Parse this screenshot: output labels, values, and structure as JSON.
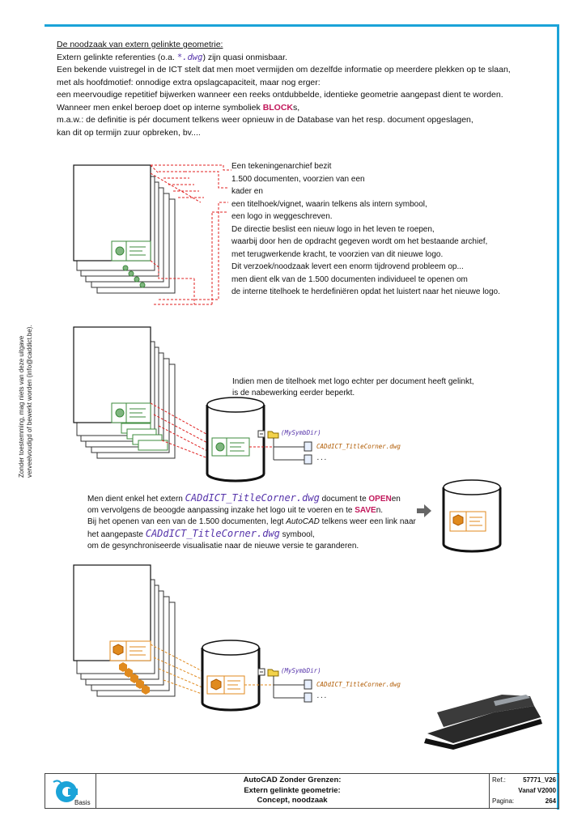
{
  "side_note": [
    "Zonder toestemming, mag niets van deze uitgave",
    "verveelvoudigd of bewerkt worden (info@caddict.be)."
  ],
  "intro": {
    "heading": "De noodzaak van extern gelinkte geometrie:",
    "l1a": "Extern gelinkte referenties (o.a. ",
    "l1b": "*.dwg",
    "l1c": ") zijn quasi onmisbaar.",
    "l2": "Een bekende vuistregel in de ICT stelt dat men moet vermijden om dezelfde informatie op meerdere plekken op te slaan,",
    "l3": "met als hoofdmotief: onnodige extra opslagcapaciteit, maar nog erger:",
    "l4": "een meervoudige repetitief bijwerken wanneer een reeks ontdubbelde, identieke geometrie aangepast dient te worden.",
    "l5a": "Wanneer men enkel beroep doet op interne symboliek ",
    "l5b": "BLOCK",
    "l5c": "s,",
    "l6": "m.a.w.: de definitie is pér document telkens weer opnieuw in de Database van het resp. document opgeslagen,",
    "l7": "kan dit op termijn zuur opbreken, bv...."
  },
  "desc1": [
    "Een tekeningenarchief bezit",
    "1.500 documenten, voorzien van een",
    "kader en",
    "een titelhoek/vignet, waarin telkens als intern symbool,",
    "een logo in weggeschreven.",
    "De directie beslist een nieuw logo in het leven te roepen,",
    "waarbij door hen de opdracht gegeven wordt om het bestaande archief,",
    "met terugwerkende kracht, te voorzien van dit nieuwe logo.",
    "Dit verzoek/noodzaak levert een enorm tijdrovend probleem op...",
    "men dient elk van de 1.500 documenten individueel te openen om",
    "de interne titelhoek te herdefiniëren opdat het luistert naar het nieuwe logo."
  ],
  "desc2": [
    "Indien men de titelhoek met logo echter per document heeft gelinkt,",
    "is de nabewerking eerder beperkt."
  ],
  "tree": {
    "dir": "(MySymbDir)",
    "file": "CADdICT_TitleCorner.dwg",
    "more": "..."
  },
  "desc3": {
    "a1": "Men dient enkel het extern ",
    "a2": "CADdICT_TitleCorner.dwg",
    "a3": " document te ",
    "a4": "OPEN",
    "a5": "en",
    "b1": "om vervolgens de beoogde aanpassing inzake het logo uit te voeren en te ",
    "b2": "SAVE",
    "b3": "n.",
    "c1": "Bij het openen van een van de 1.500 documenten, legt ",
    "c2": "AutoCAD",
    "c3": " telkens weer een link naar",
    "d1": "het aangepaste ",
    "d2": "CADdICT_TitleCorner.dwg",
    "d3": " symbool,",
    "e": "om de gesynchroniseerde visualisatie naar de nieuwe versie te garanderen."
  },
  "footer": {
    "basis": "Basis",
    "title1": "AutoCAD Zonder Grenzen:",
    "title2": "Extern gelinkte geometrie:",
    "title3": "Concept, noodzaak",
    "ref_label": "Ref.:",
    "ref_value": "57771_V26",
    "version": "Vanaf V2000",
    "page_label": "Pagina:",
    "page_value": "264"
  },
  "colors": {
    "accent": "#1ba3d8",
    "green": "#3d8b3d",
    "orange": "#e08a1e",
    "red": "#e02020",
    "purple": "#5533aa"
  }
}
